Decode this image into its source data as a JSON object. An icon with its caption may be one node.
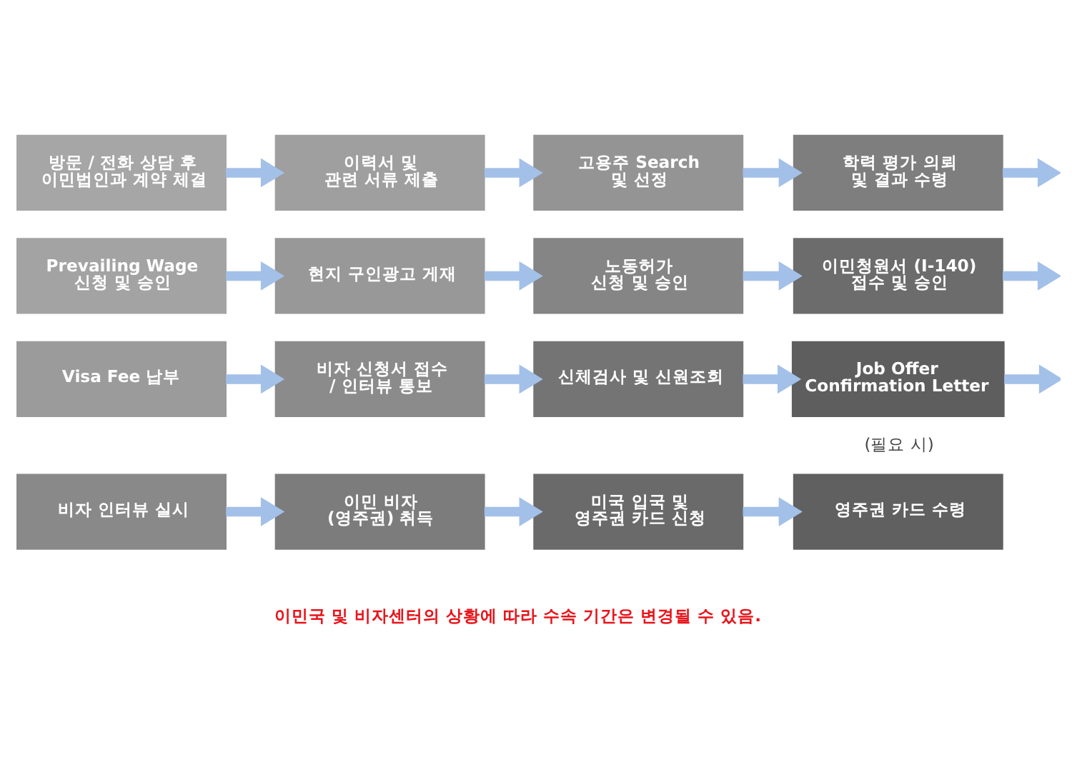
{
  "diagram": {
    "nodes": [
      {
        "text": [
          "방문 / 전화 상담 후 이민법인과 계약 체결"
        ]
      },
      {
        "text": [
          "이력서 및 관련 서류 제출"
        ]
      },
      {
        "text": [
          "고용주 Search 및 선정"
        ]
      },
      {
        "text": [
          "학력 평가 의뢰 및 결과 수령"
        ]
      },
      {
        "text": [
          "Prevailing Wage 신청 및 승인"
        ]
      },
      {
        "text": [
          "현지 구인광고 게재"
        ]
      },
      {
        "text": [
          "노동허가 신청 및 승인"
        ]
      },
      {
        "text": [
          "이민청원서 (I-140) 접수 및 승인"
        ]
      },
      {
        "text": [
          "Visa Fee 납부"
        ]
      },
      {
        "text": [
          "비자 신청서 접수 / 인터뷰 통보"
        ]
      },
      {
        "text": [
          "신체검사 및 신원조회"
        ]
      },
      {
        "text": [
          "Job Offer Confirmation Letter"
        ],
        "beside": [
          "(필요 시)"
        ]
      },
      {
        "text": [
          "비자 인터뷰 실시"
        ]
      },
      {
        "text": [
          "이민 비자 (영주권) 취득"
        ]
      },
      {
        "text": [
          "미국 입국 및 영주권 카드 신청"
        ]
      },
      {
        "text": [
          "영주권 카드 수령"
        ]
      }
    ],
    "edges": [
      {
        "from": 0,
        "to": 1,
        "arrow": "to"
      },
      {
        "from": 1,
        "to": 2,
        "arrow": "to"
      },
      {
        "from": 2,
        "to": 3,
        "arrow": "to"
      },
      {
        "from": 3,
        "to": null,
        "arrow": "to"
      },
      {
        "from": 4,
        "to": 5,
        "arrow": "to"
      },
      {
        "from": 5,
        "to": 6,
        "arrow": "to"
      },
      {
        "from": 6,
        "to": 7,
        "arrow": "to"
      },
      {
        "from": 7,
        "to": null,
        "arrow": "to"
      },
      {
        "from": 8,
        "to": 9,
        "arrow": "to"
      },
      {
        "from": 9,
        "to": 10,
        "arrow": "to"
      },
      {
        "from": 10,
        "to": 11,
        "arrow": "to"
      },
      {
        "from": 11,
        "to": null,
        "arrow": "to"
      },
      {
        "from": 12,
        "to": 13,
        "arrow": "to"
      },
      {
        "from": 13,
        "to": 14,
        "arrow": "to"
      },
      {
        "from": 14,
        "to": 15,
        "arrow": "to"
      }
    ],
    "labels": [
      "이민국 및 비자센터의 상황에 따라 수속 기간은 변경될 수 있음."
    ]
  }
}
